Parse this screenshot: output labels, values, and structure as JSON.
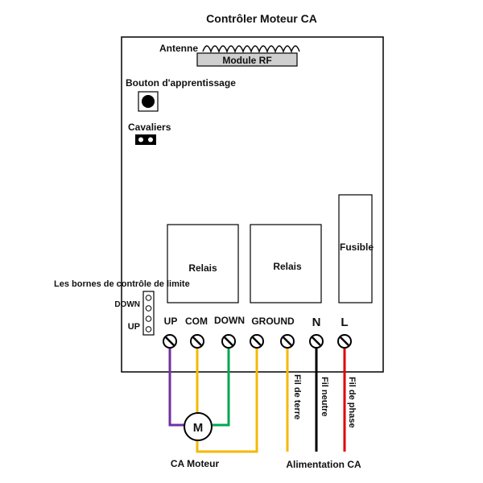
{
  "title": "Contrôler Moteur CA",
  "antenna_label": "Antenne",
  "rf_module_label": "Module RF",
  "learn_button_label": "Bouton d'apprentissage",
  "jumpers_label": "Cavaliers",
  "fuse_label": "Fusible",
  "relays": [
    {
      "label": "Relais"
    },
    {
      "label": "Relais"
    }
  ],
  "limit_terminals": {
    "label": "Les bornes de contrôle de limite",
    "down_label": "DOWN",
    "up_label": "UP"
  },
  "terminals": [
    {
      "label": "UP"
    },
    {
      "label": "COM"
    },
    {
      "label": "DOWN"
    },
    {
      "label": "GROUND"
    },
    {
      "label": "N"
    },
    {
      "label": "L"
    }
  ],
  "wires": {
    "earth_label": "Fil de terre",
    "neutral_label": "Fil neutre",
    "phase_label": "Fil de phase"
  },
  "motor": {
    "symbol": "M",
    "caption": "CA Moteur"
  },
  "power_caption": "Alimentation CA",
  "colors": {
    "up_wire": "#7030a0",
    "com_wire": "#f5b800",
    "down_wire": "#00a651",
    "ground_wire": "#f5b800",
    "earth_wire": "#f5b800",
    "neutral_wire": "#000000",
    "phase_wire": "#e00000"
  }
}
